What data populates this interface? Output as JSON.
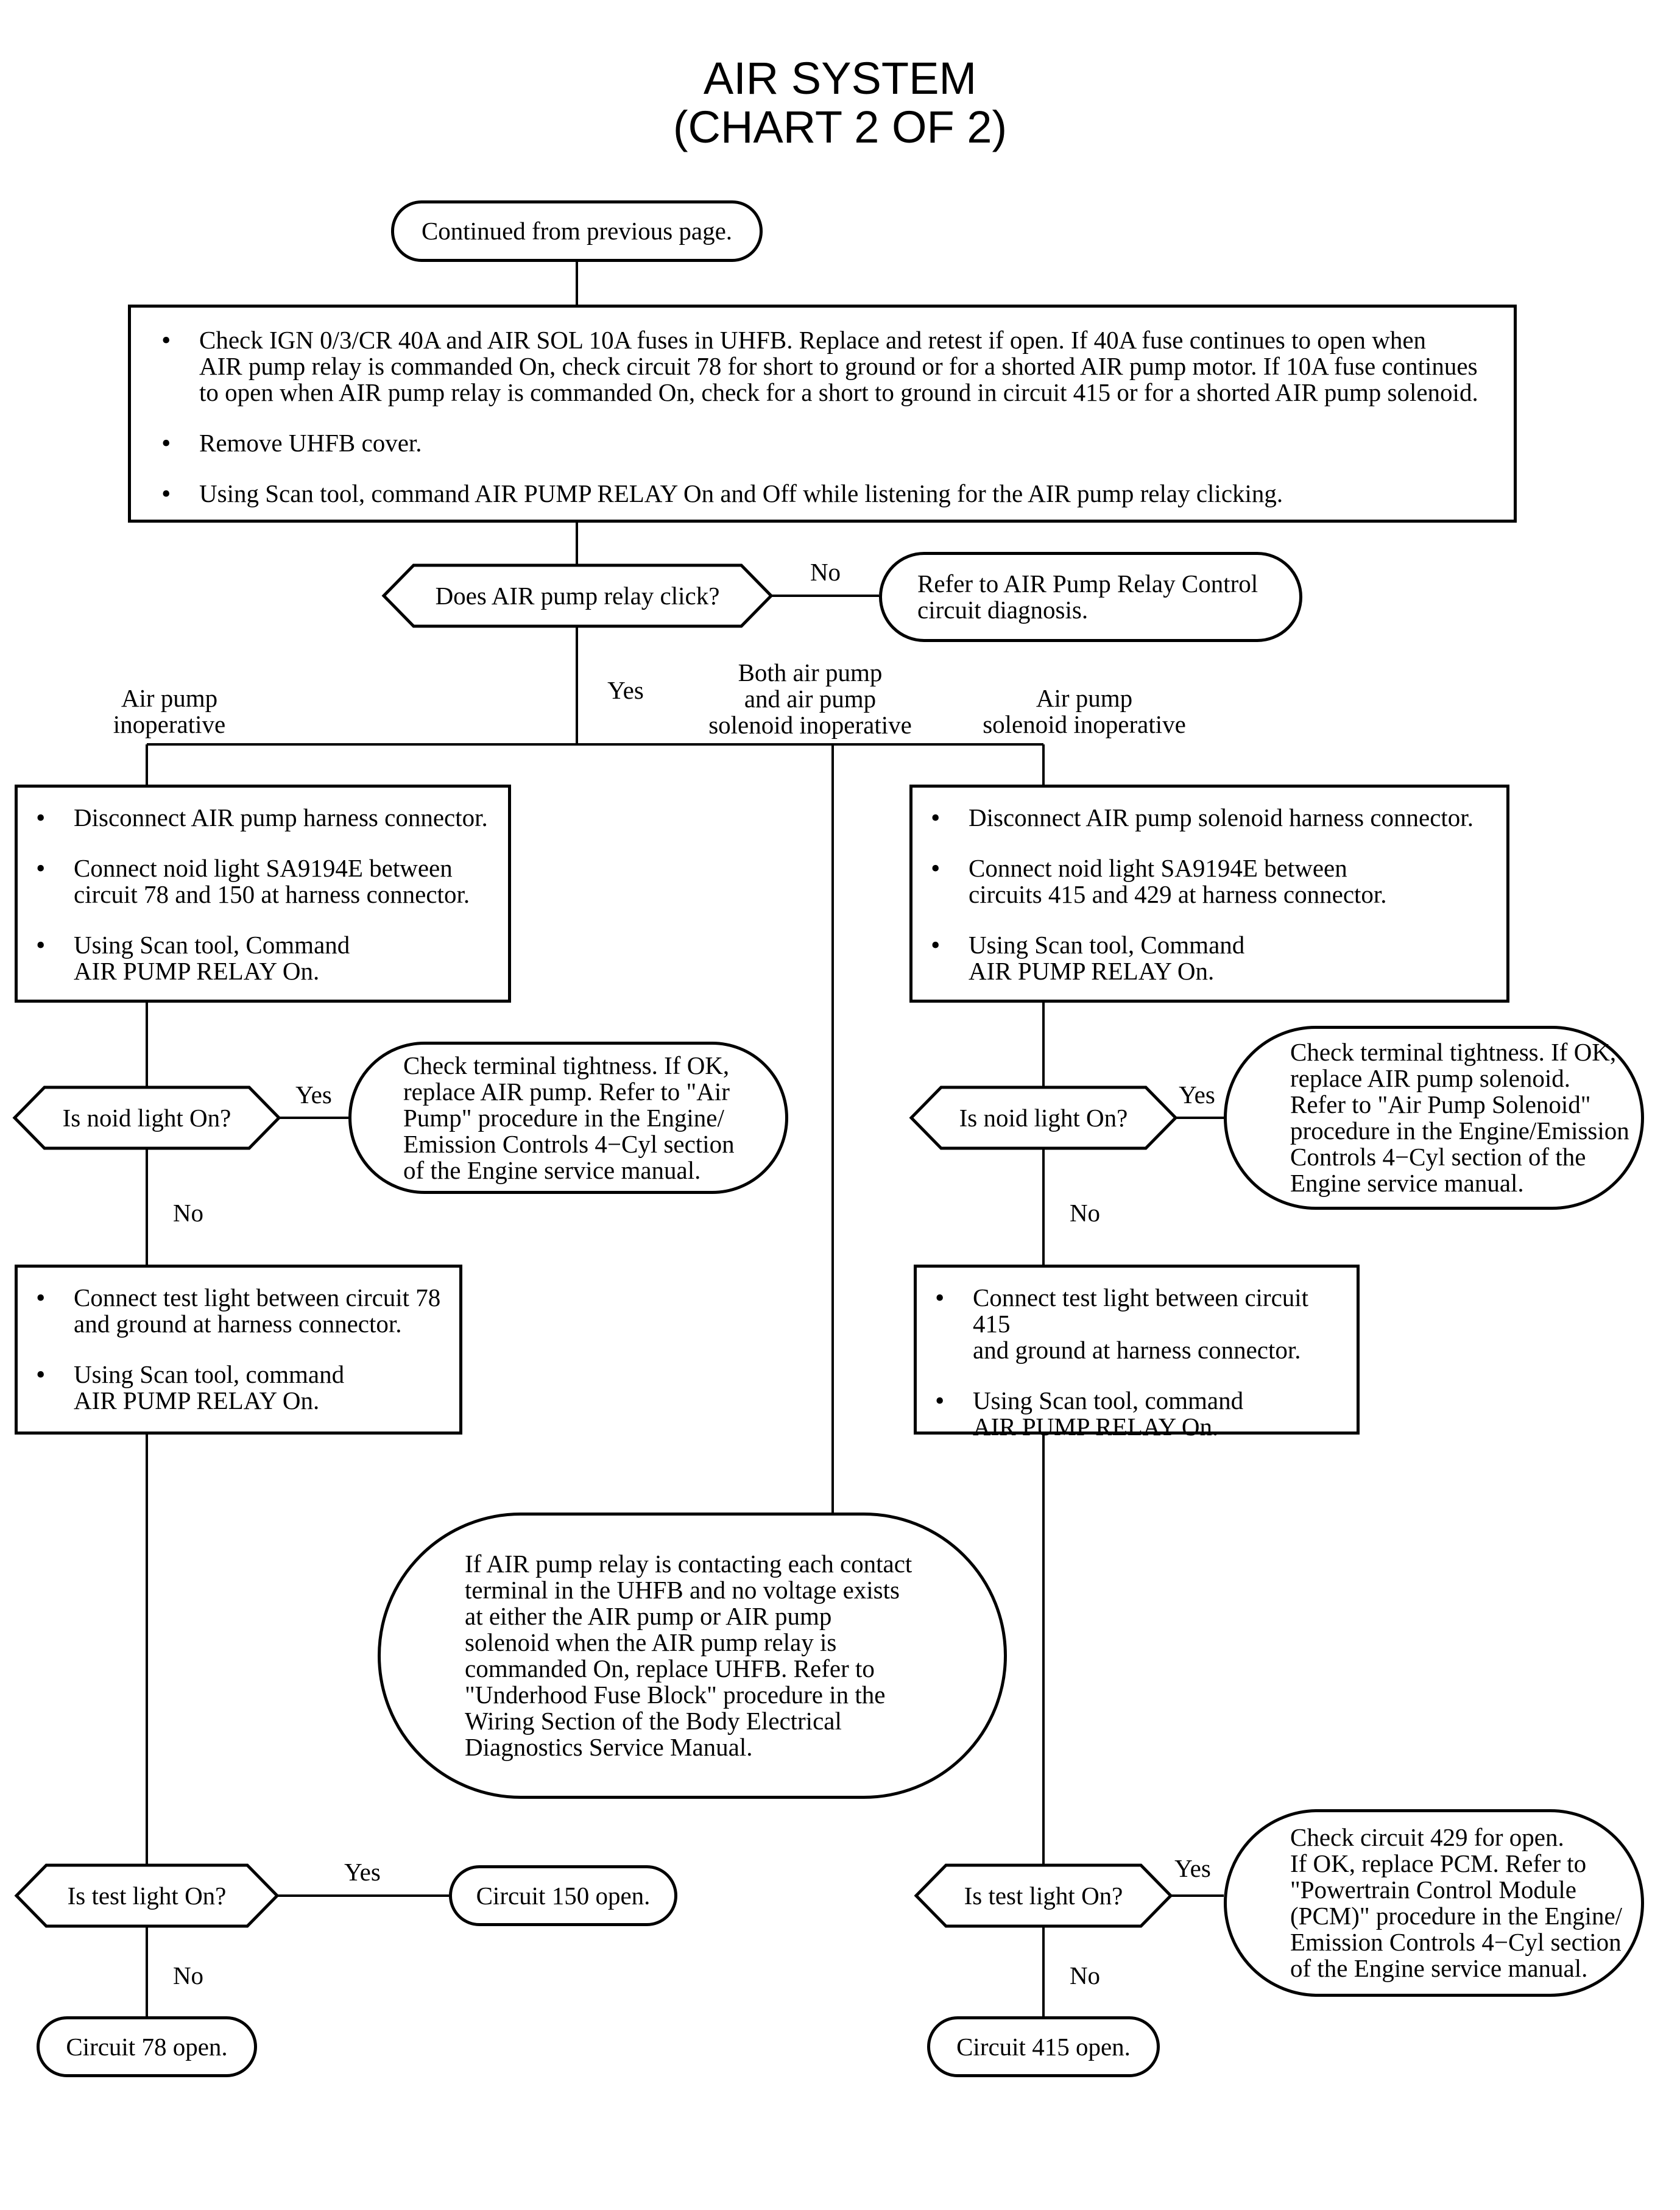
{
  "title": {
    "line1": "AIR SYSTEM",
    "line2": "(CHART 2 OF 2)"
  },
  "start": "Continued from previous page.",
  "step1": {
    "items": [
      "Check IGN 0/3/CR 40A and AIR SOL 10A fuses in UHFB. Replace and retest if open. If 40A fuse continues to open when\nAIR pump relay is commanded On, check circuit 78 for short to ground or for a shorted AIR pump motor. If 10A fuse continues\nto open when AIR pump relay is commanded On, check for a short to ground in circuit 415 or for a shorted AIR pump solenoid.",
      "Remove UHFB cover.",
      "Using Scan tool, command AIR PUMP RELAY On and Off while listening for the AIR pump relay clicking."
    ]
  },
  "decision_relay": "Does AIR pump relay click?",
  "relay_no_result": "Refer to AIR Pump Relay Control\ncircuit diagnosis.",
  "labels": {
    "relay_no": "No",
    "relay_yes": "Yes",
    "branch_left": "Air pump\ninoperative",
    "branch_middle": "Both air pump\nand air pump\nsolenoid inoperative",
    "branch_right": "Air pump\nsolenoid inoperative",
    "left_noid_yes": "Yes",
    "left_noid_no": "No",
    "right_noid_yes": "Yes",
    "right_noid_no": "No",
    "left_test_yes": "Yes",
    "left_test_no": "No",
    "right_test_yes": "Yes",
    "right_test_no": "No"
  },
  "left": {
    "step1": [
      "Disconnect AIR pump harness connector.",
      "Connect noid light SA9194E between\ncircuit 78 and 150 at harness connector.",
      "Using Scan tool, Command\nAIR PUMP RELAY On."
    ],
    "decision_noid": "Is noid light On?",
    "noid_yes_result": "Check terminal tightness. If OK,\nreplace AIR pump. Refer to \"Air\nPump\" procedure in the Engine/\nEmission Controls 4−Cyl section\nof the Engine service manual.",
    "step2": [
      "Connect test light between circuit 78\nand ground at harness connector.",
      "Using Scan tool, command\nAIR PUMP RELAY On."
    ],
    "decision_test": "Is test light On?",
    "test_yes_result": "Circuit 150 open.",
    "test_no_result": "Circuit 78 open."
  },
  "middle": {
    "result": "If AIR pump relay is contacting each contact\nterminal in the UHFB and no voltage exists\nat either the AIR pump or AIR pump\nsolenoid when the AIR pump relay is\ncommanded On, replace UHFB. Refer to\n\"Underhood Fuse Block\" procedure in the\nWiring Section of the Body Electrical\nDiagnostics Service Manual."
  },
  "right": {
    "step1": [
      "Disconnect AIR pump solenoid harness connector.",
      "Connect noid light SA9194E between\ncircuits 415 and 429 at harness connector.",
      "Using Scan tool, Command\nAIR PUMP RELAY On."
    ],
    "decision_noid": "Is noid light On?",
    "noid_yes_result": "Check terminal tightness. If OK,\nreplace AIR pump solenoid.\nRefer to \"Air Pump Solenoid\"\nprocedure in the Engine/Emission\nControls 4−Cyl section of the\nEngine service manual.",
    "step2": [
      "Connect test light between circuit 415\nand ground at harness connector.",
      "Using Scan tool, command\nAIR PUMP RELAY On."
    ],
    "decision_test": "Is test light On?",
    "test_yes_result": "Check circuit 429 for open.\nIf OK, replace PCM. Refer to\n\"Powertrain Control Module\n(PCM)\" procedure in the Engine/\nEmission Controls 4−Cyl section\nof the Engine service manual.",
    "test_no_result": "Circuit 415 open."
  }
}
